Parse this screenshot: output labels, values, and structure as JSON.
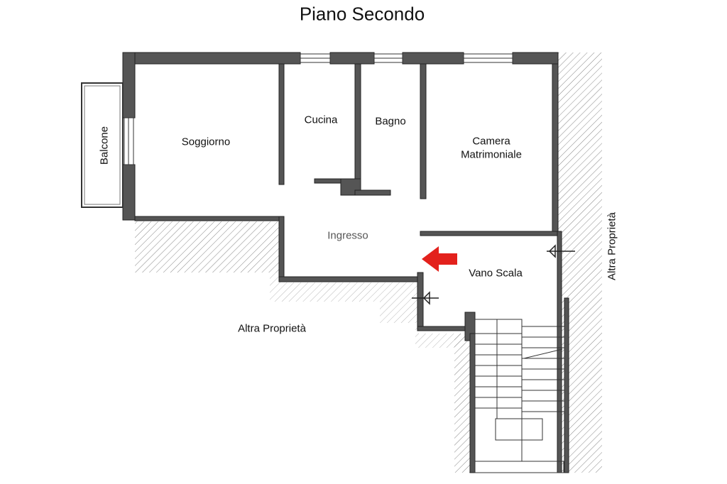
{
  "title": "Piano Secondo",
  "rooms": {
    "soggiorno": "Soggiorno",
    "cucina": "Cucina",
    "bagno": "Bagno",
    "camera_line1": "Camera",
    "camera_line2": "Matrimoniale",
    "ingresso": "Ingresso",
    "vano_scala": "Vano Scala",
    "balcone": "Balcone"
  },
  "neighbors": {
    "bottom_left": "Altra Proprietà",
    "right": "Altra Proprietà"
  },
  "colors": {
    "wall": "#555555",
    "wall_line": "#222222",
    "arrow": "#e3211c",
    "hatch": "#888888"
  }
}
